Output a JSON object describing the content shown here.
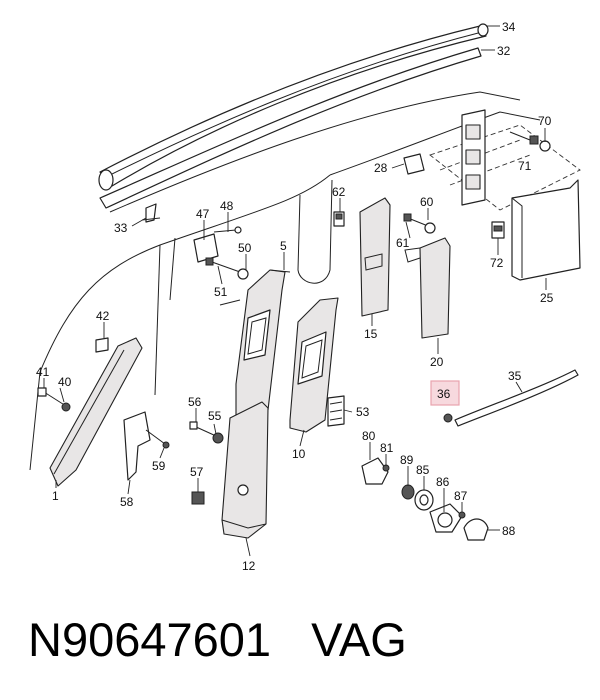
{
  "caption": {
    "part_number": "N90647601",
    "brand": "VAG"
  },
  "highlight_color": "#f7d9de",
  "callouts": [
    {
      "id": "c34",
      "label": "34"
    },
    {
      "id": "c32",
      "label": "32"
    },
    {
      "id": "c70",
      "label": "70"
    },
    {
      "id": "c71",
      "label": "71"
    },
    {
      "id": "c28",
      "label": "28"
    },
    {
      "id": "c62",
      "label": "62"
    },
    {
      "id": "c60",
      "label": "60"
    },
    {
      "id": "c61",
      "label": "61"
    },
    {
      "id": "c72",
      "label": "72"
    },
    {
      "id": "c25",
      "label": "25"
    },
    {
      "id": "c33",
      "label": "33"
    },
    {
      "id": "c47",
      "label": "47"
    },
    {
      "id": "c48",
      "label": "48"
    },
    {
      "id": "c50",
      "label": "50"
    },
    {
      "id": "c5",
      "label": "5"
    },
    {
      "id": "c51",
      "label": "51"
    },
    {
      "id": "c15",
      "label": "15"
    },
    {
      "id": "c20",
      "label": "20"
    },
    {
      "id": "c42",
      "label": "42"
    },
    {
      "id": "c41",
      "label": "41"
    },
    {
      "id": "c40",
      "label": "40"
    },
    {
      "id": "c35",
      "label": "35"
    },
    {
      "id": "c36",
      "label": "36"
    },
    {
      "id": "c56",
      "label": "56"
    },
    {
      "id": "c55",
      "label": "55"
    },
    {
      "id": "c53",
      "label": "53"
    },
    {
      "id": "c80",
      "label": "80"
    },
    {
      "id": "c81",
      "label": "81"
    },
    {
      "id": "c10",
      "label": "10"
    },
    {
      "id": "c89",
      "label": "89"
    },
    {
      "id": "c85",
      "label": "85"
    },
    {
      "id": "c86",
      "label": "86"
    },
    {
      "id": "c87",
      "label": "87"
    },
    {
      "id": "c88",
      "label": "88"
    },
    {
      "id": "c59",
      "label": "59"
    },
    {
      "id": "c57",
      "label": "57"
    },
    {
      "id": "c58",
      "label": "58"
    },
    {
      "id": "c1",
      "label": "1"
    },
    {
      "id": "c12",
      "label": "12"
    }
  ]
}
